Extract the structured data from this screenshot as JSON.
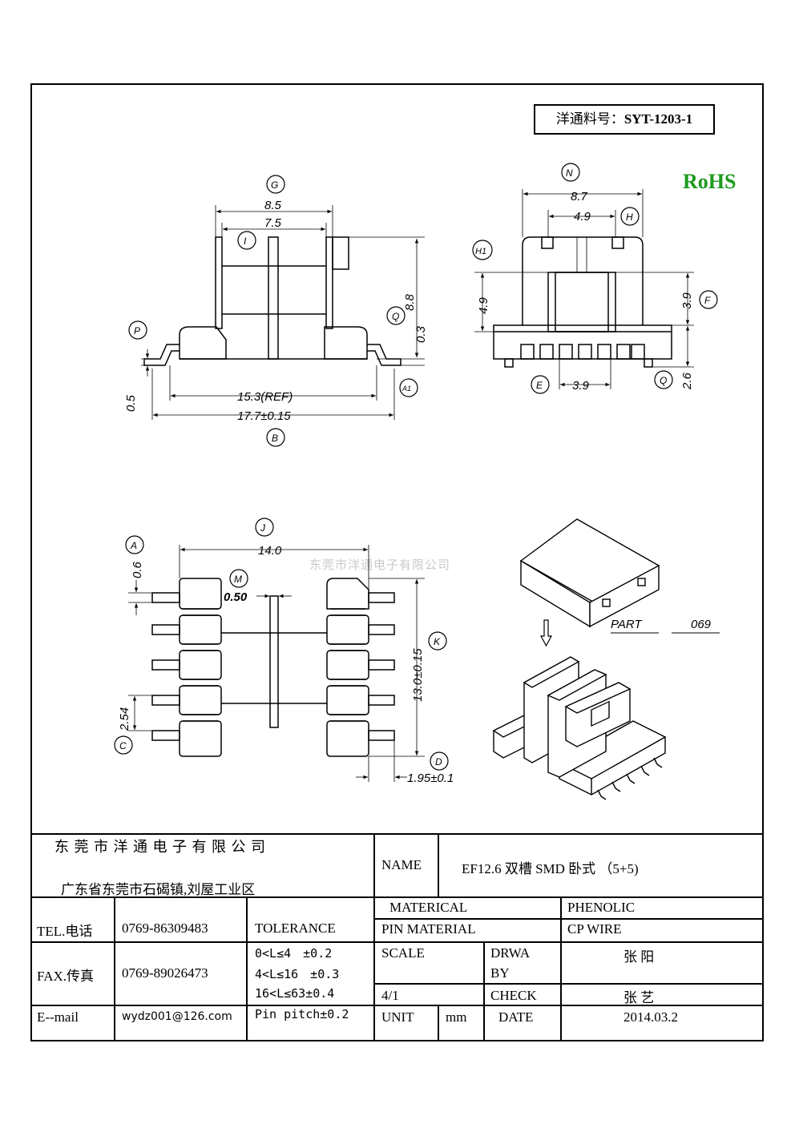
{
  "part_number": {
    "label": "洋通料号：",
    "value": "SYT-1203-1"
  },
  "rohs": "RoHS",
  "watermark": "东莞市洋通电子有限公司",
  "side_view": {
    "labels": {
      "G": "G",
      "I": "I",
      "P": "P",
      "Q": "Q",
      "A1": "A1",
      "B": "B"
    },
    "dims": {
      "top_outer": "8.5",
      "top_inner": "7.5",
      "height": "8.8",
      "offset": "0.3",
      "lead": "0.5",
      "ref": "15.3(REF)",
      "overall": "17.7±0.15"
    }
  },
  "front_view": {
    "labels": {
      "N": "N",
      "H": "H",
      "H1": "H1",
      "F": "F",
      "E": "E",
      "Q": "Q"
    },
    "dims": {
      "width": "8.7",
      "inner": "4.9",
      "left_h": "4.9",
      "right_h": "3.9",
      "pin_h": "2.6",
      "bottom": "3.9"
    }
  },
  "top_view": {
    "labels": {
      "A": "A",
      "J": "J",
      "M": "M",
      "K": "K",
      "C": "C",
      "D": "D"
    },
    "dims": {
      "width": "14.0",
      "a": "0.6",
      "slot": "0.50",
      "height": "13.0±0.15",
      "pitch": "2.54",
      "pin": "1.95±0.1"
    }
  },
  "cover": {
    "part_label": "PART",
    "part_no": "069"
  },
  "title_block": {
    "company": "东 莞 市 洋 通 电 子 有 限 公 司",
    "address": "广东省东莞市石碣镇,刘屋工业区",
    "name_label": "NAME",
    "name_value": "EF12.6 双槽 SMD 卧式 （5+5)",
    "tel_label": "TEL.电话",
    "tel_value": "0769-86309483",
    "fax_label": "FAX.传真",
    "fax_value": "0769-89026473",
    "email_label": "E--mail",
    "email_value": "wydz001@126.com",
    "tolerance_label": "TOLERANCE",
    "tolerances": [
      "0<L≤4　±0.2",
      "4<L≤16　±0.3",
      "16<L≤63±0.4",
      "Pin pitch±0.2"
    ],
    "material_label": "MATERICAL",
    "material_value": "PHENOLIC",
    "pin_material_label": "PIN MATERIAL",
    "pin_material_value": "CP WIRE",
    "scale_label": "SCALE",
    "scale_value": "4/1",
    "drawn_label_1": "DRWA",
    "drawn_label_2": "BY",
    "drawn_value": "张 阳",
    "check_label": "CHECK",
    "check_value": "张 艺",
    "unit_label": "UNIT",
    "unit_value": "mm",
    "date_label": "DATE",
    "date_value": "2014.03.2"
  }
}
